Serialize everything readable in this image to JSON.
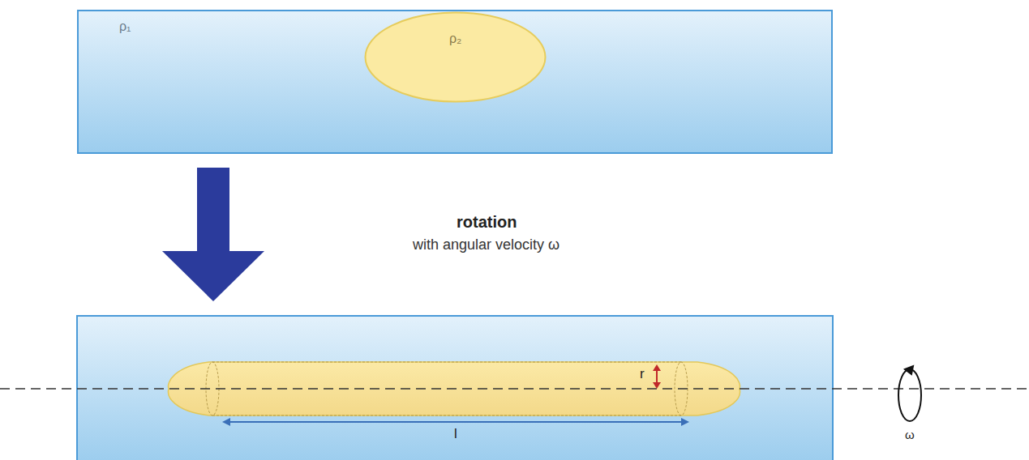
{
  "diagram": {
    "nodes": [
      {
        "text": [
          "ρ₁"
        ]
      },
      {
        "text": [
          "ρ₂"
        ],
        "in": 0
      }
    ],
    "labels": [
      "rotation",
      "with angular velocity ω",
      "r",
      "l",
      "ω"
    ]
  }
}
